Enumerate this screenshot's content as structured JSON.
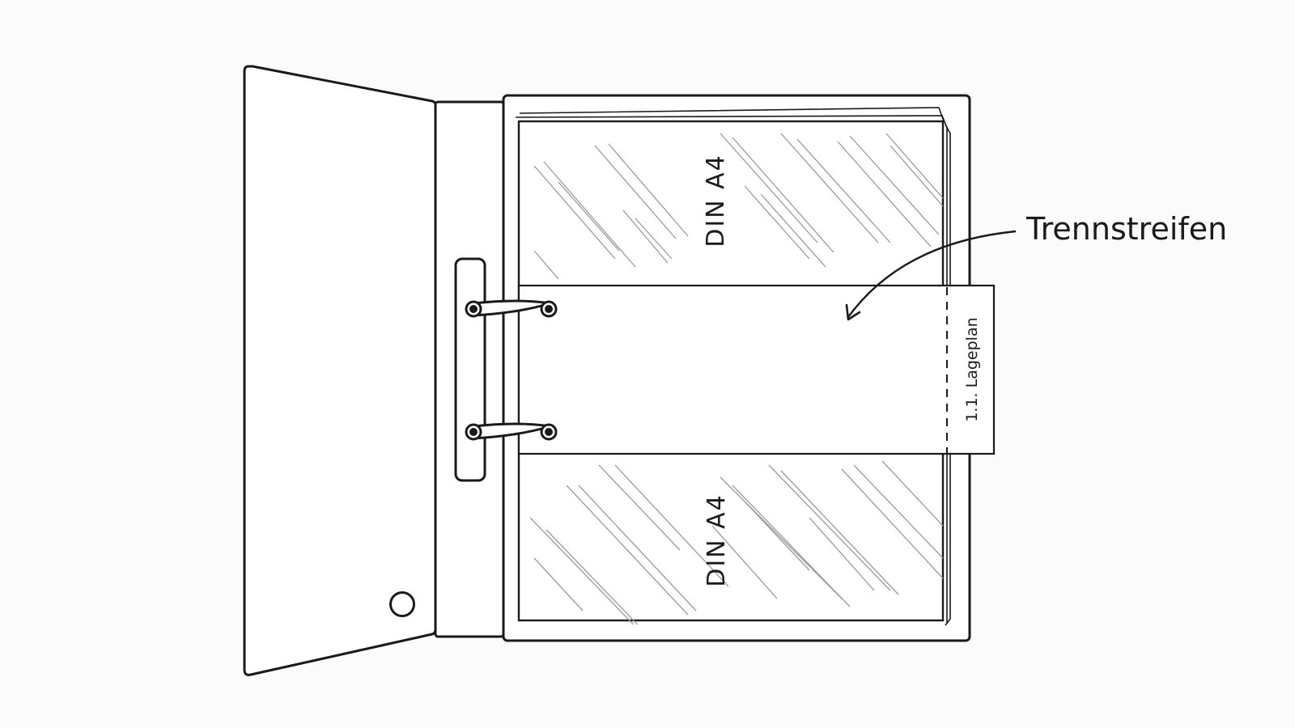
{
  "diagram": {
    "callout_label": "Trennstreifen",
    "sheet_label_top": "DIN A4",
    "sheet_label_bottom": "DIN A4",
    "tab_label": "1.1. Lageplan"
  },
  "colors": {
    "line": "#1a1a1a",
    "background": "#fbfbfb",
    "paper": "#ffffff",
    "hatch": "#9a9a9a"
  }
}
